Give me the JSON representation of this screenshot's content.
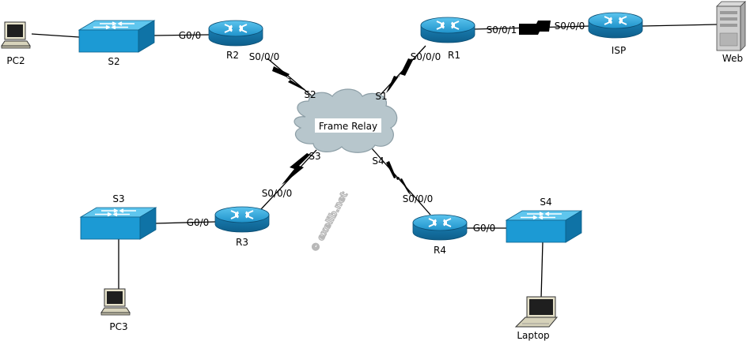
{
  "devices": {
    "pc2": "PC2",
    "s2": "S2",
    "r2": "R2",
    "r1": "R1",
    "isp": "ISP",
    "web": "Web",
    "cloud": "Frame Relay",
    "s3": "S3",
    "r3": "R3",
    "pc3": "PC3",
    "r4": "R4",
    "s4": "S4",
    "laptop": "Laptop"
  },
  "interfaces": {
    "r2_g0": "G0/0",
    "r2_s0": "S0/0/0",
    "r1_s0": "S0/0/0",
    "r1_s1": "S0/0/1",
    "isp_s0": "S0/0/0",
    "cloud_s1": "S1",
    "cloud_s2": "S2",
    "cloud_s3": "S3",
    "cloud_s4": "S4",
    "r3_s0": "S0/0/0",
    "r3_g0": "G0/0",
    "r4_s0": "S0/0/0",
    "r4_g0": "G0/0"
  },
  "watermark": "© exelib.net",
  "colors": {
    "router": "#1d8fc4",
    "switch": "#23a9e1",
    "cloud": "#b6c5cb",
    "link": "#000000",
    "watermark": "#c8c8c8"
  }
}
